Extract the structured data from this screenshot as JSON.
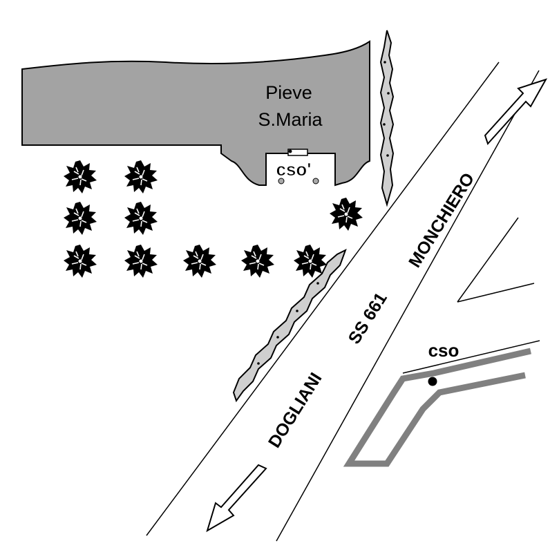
{
  "map": {
    "building": {
      "name_line1": "Pieve",
      "name_line2": "S.Maria"
    },
    "road": {
      "label_left": "DOGLIANI",
      "label_mid": "SS 661",
      "label_right": "MONCHIERO"
    },
    "labels": {
      "cso_church": "cso'",
      "cso_bottom": "cso"
    },
    "colors": {
      "building_fill": "#a3a3a3",
      "path_stroke": "#808080",
      "hedge_fill": "#cfcfcf",
      "line": "#000000"
    },
    "icons": [
      "tree-icon",
      "hedge-icon",
      "arrow-icon",
      "marker-dot-icon"
    ]
  }
}
